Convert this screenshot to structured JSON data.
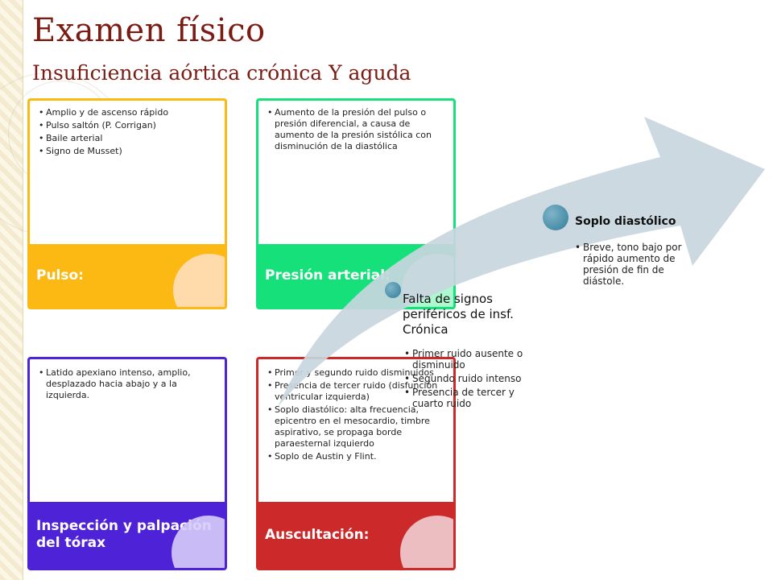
{
  "title": "Examen físico",
  "subtitle": "Insuficiencia aórtica crónica Y aguda",
  "cards": [
    {
      "label": "Pulso:",
      "color": "#fcb813",
      "items": [
        "Amplio y de ascenso rápido",
        "Pulso saltón (P. Corrigan)",
        "Baile arterial",
        "Signo de Musset)"
      ]
    },
    {
      "label": "Presión arterial:",
      "color": "#16e07a",
      "items": [
        "Aumento de la presión del pulso o presión diferencial, a causa de aumento de la presión sistólica con disminución de la diastólica"
      ]
    },
    {
      "label": "Inspección y palpación del tórax",
      "color": "#4e22d6",
      "items": [
        "Latido apexiano intenso, amplio, desplazado hacia abajo y a la izquierda."
      ]
    },
    {
      "label": "Auscultación:",
      "color": "#cc2a2a",
      "items": [
        "Primer y segundo ruido disminuidos",
        "Presencia de tercer ruido (disfunción ventricular izquierda)",
        "Soplo diastólico: alta frecuencia, epicentro en el mesocardio, timbre aspirativo, se propaga borde paraesternal izquierdo",
        "Soplo de Austin y Flint."
      ]
    }
  ],
  "steps": [
    {
      "title": "Falta de signos periféricos de insf. Crónica",
      "items": [
        "Primer ruido ausente o disminuido",
        "Segundo ruido intenso",
        "Presencia de tercer y cuarto ruido"
      ]
    },
    {
      "title": "Soplo diastólico",
      "items": [
        "Breve, tono bajo por rápido aumento de presión de fin de diástole."
      ]
    }
  ],
  "colors": {
    "title": "#7a1c14",
    "arrow": "#c9d6de",
    "dot": "#3a8aa6"
  },
  "icons": [
    "decorative-circle",
    "bullet-dot"
  ]
}
